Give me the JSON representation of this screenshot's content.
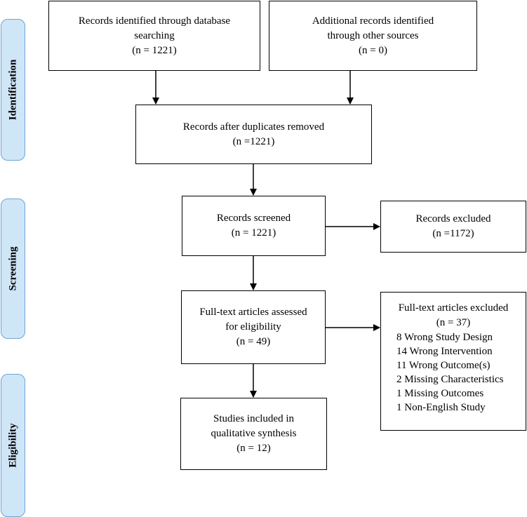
{
  "phases": {
    "identification": "Identification",
    "screening": "Screening",
    "eligibility": "Eligibility"
  },
  "boxes": {
    "db_search": {
      "line1": "Records identified through database",
      "line2": "searching",
      "line3": "(n = 1221)"
    },
    "other_sources": {
      "line1": "Additional records identified",
      "line2": "through other sources",
      "line3": "(n = 0)"
    },
    "dup_removed": {
      "line1": "Records after duplicates removed",
      "line2": "(n =1221)"
    },
    "screened": {
      "line1": "Records screened",
      "line2": "(n = 1221)"
    },
    "excluded": {
      "line1": "Records excluded",
      "line2": "(n =1172)"
    },
    "fulltext": {
      "line1": "Full-text articles assessed",
      "line2": "for eligibility",
      "line3": "(n = 49)"
    },
    "fulltext_excluded": {
      "title": "Full-text articles excluded",
      "count": "(n = 37)",
      "reasons": [
        "8 Wrong Study Design",
        "14 Wrong Intervention",
        "11 Wrong Outcome(s)",
        "2 Missing Characteristics",
        "1 Missing Outcomes",
        "1 Non-English Study"
      ]
    },
    "included": {
      "line1": "Studies included in",
      "line2": "qualitative synthesis",
      "line3": "(n = 12)"
    }
  },
  "colors": {
    "phase_fill": "#cfe6f7",
    "phase_border": "#6aa6d6",
    "box_border": "#000000"
  }
}
